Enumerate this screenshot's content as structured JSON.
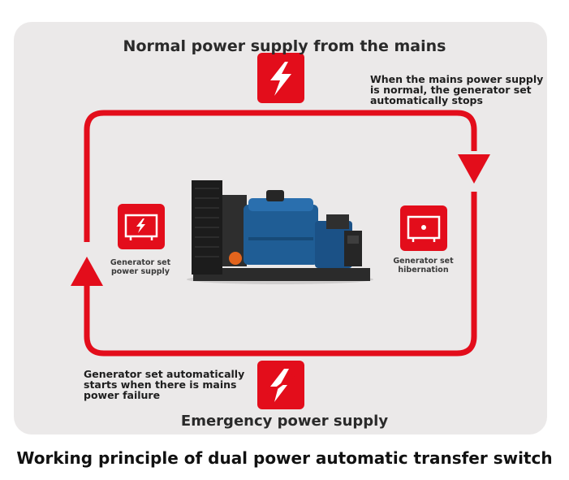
{
  "diagram": {
    "top_title": "Normal power supply from the mains",
    "bottom_title": "Emergency power supply",
    "caption": "Working principle of dual power automatic transfer switch",
    "note_top_right": "When the mains power supply is normal, the generator set automatically stops",
    "note_bottom_left": "Generator set automatically starts when there is mains power failure",
    "label_left": "Generator set power supply",
    "label_right": "Generator set hibernation"
  },
  "colors": {
    "accent": "#e30d1b",
    "panel": "#ebe9e9",
    "engine": "#1f5d95"
  },
  "icons": [
    "lightning-icon",
    "generator-power-icon",
    "generator-hibernation-icon",
    "broken-lightning-icon"
  ]
}
